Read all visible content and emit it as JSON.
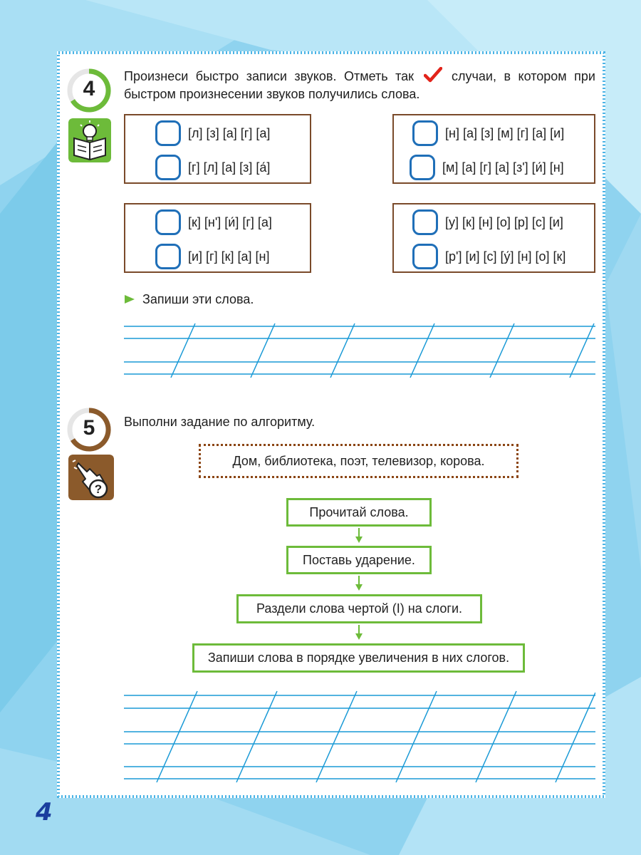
{
  "page_number": "4",
  "colors": {
    "frame_blue": "#4bb4e6",
    "green": "#6dbb3a",
    "brown": "#8b5a2b",
    "checkbox_blue": "#1f6fb8",
    "line_blue": "#1a9ad6",
    "check_red": "#e2231a"
  },
  "task4": {
    "number": "4",
    "icon": "book-lightbulb-icon",
    "instruction_before_check": "Произнеси быстро записи звуков. Отметь так",
    "instruction_after_check": "случаи, в котором при быстром произнесении звуков получились слова.",
    "check_icon": "check-mark-icon",
    "boxes": [
      {
        "rows": [
          "[л] [з] [а] [г] [а]",
          "[г] [л] [а] [з] [а́]"
        ]
      },
      {
        "rows": [
          "[н] [а] [з] [м] [г] [а] [и]",
          "[м] [а] [г] [а] [з'] [и́] [н]"
        ]
      },
      {
        "rows": [
          "[к] [н'] [и́] [г] [а]",
          "[и] [г] [к] [а] [н]"
        ]
      },
      {
        "rows": [
          "[у] [к] [н] [о] [р] [с] [и]",
          "[р'] [и] [с] [у́] [н] [о] [к]"
        ]
      }
    ],
    "subtask": "Запиши эти слова."
  },
  "task5": {
    "number": "5",
    "icon": "hand-question-icon",
    "instruction": "Выполни задание по алгоритму.",
    "words": "Дом, библиотека, поэт, телевизор, корова.",
    "steps": [
      "Прочитай слова.",
      "Поставь ударение.",
      "Раздели слова чертой (I) на слоги.",
      "Запиши слова в порядке увеличения в них слогов."
    ]
  }
}
